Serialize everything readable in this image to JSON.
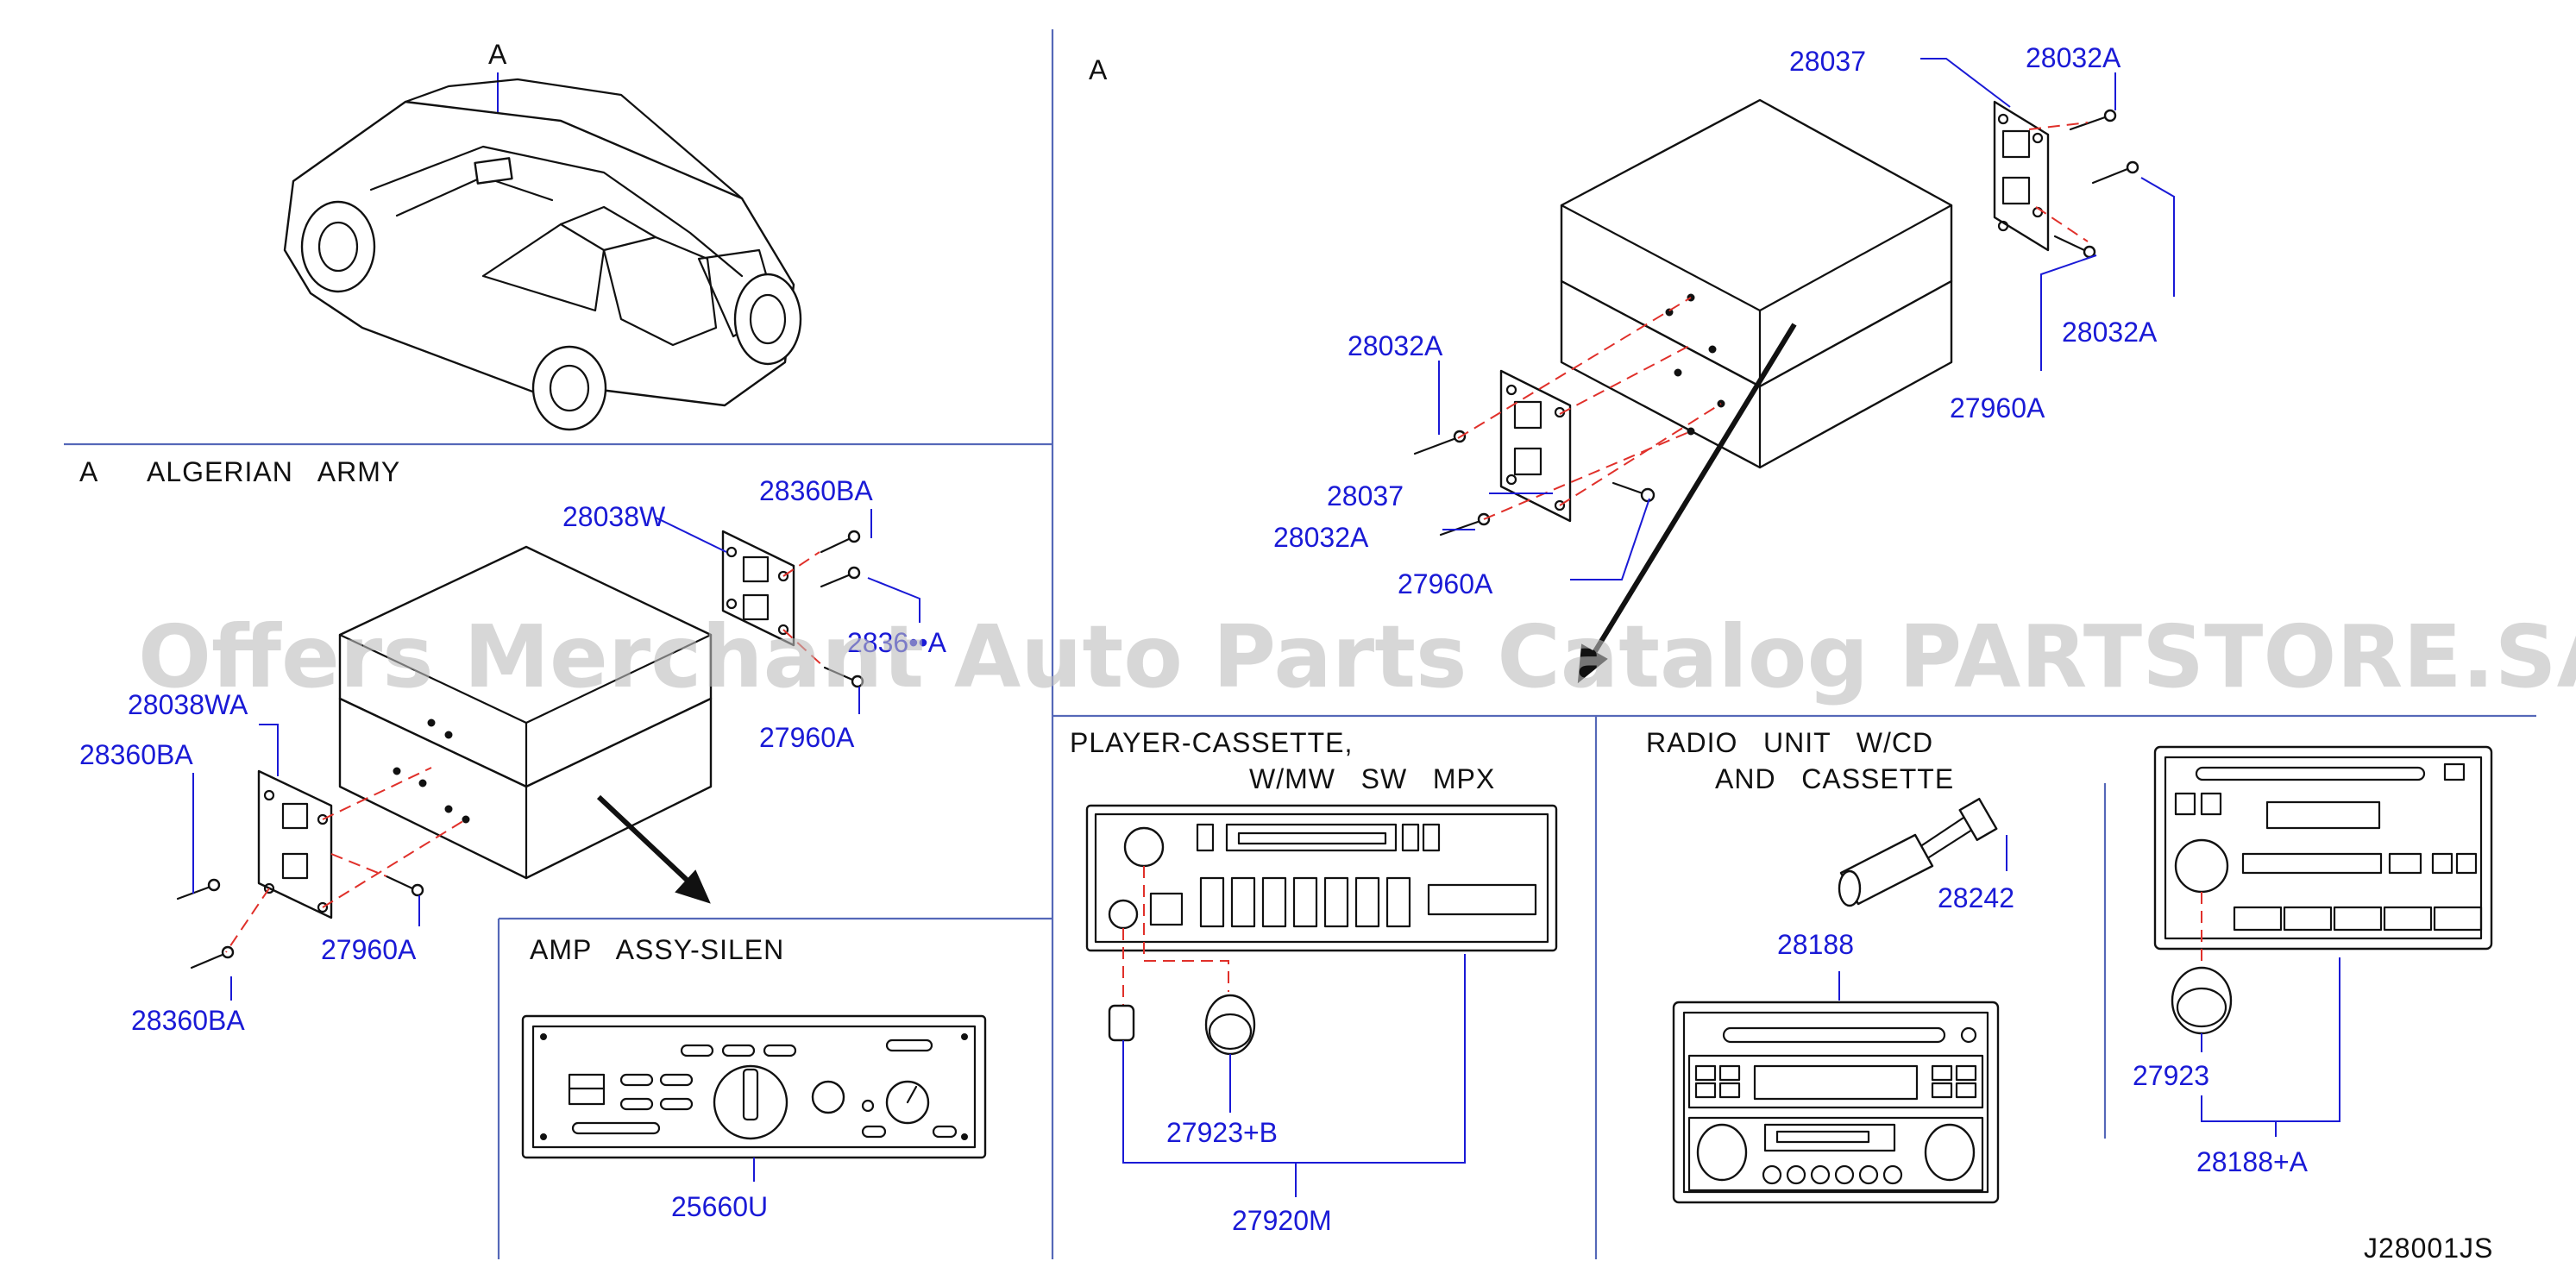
{
  "watermark": "Offers Merchant Auto Parts Catalog PARTSTORE.SA",
  "diagram_code": "J28001JS",
  "view_marker": "A",
  "sections": {
    "algerian_army": {
      "marker": "A",
      "title": "ALGERIAN   ARMY"
    },
    "detail_a": {
      "marker": "A"
    },
    "amp": {
      "title": "AMP   ASSY-SILEN"
    },
    "cassette": {
      "title_line1": "PLAYER-CASSETTE,",
      "title_line2": "W/MW   SW   MPX"
    },
    "radio_cd": {
      "title_line1": "RADIO   UNIT   W/CD",
      "title_line2": "AND   CASSETTE"
    }
  },
  "labels": {
    "a_28037": "28037",
    "a_28032A_top": "28032A",
    "a_28032A_right": "28032A",
    "a_27960A_right": "27960A",
    "a_28032A_left": "28032A",
    "a_28037_mid": "28037",
    "a_28032A_bottom": "28032A",
    "a_27960A_bottom": "27960A",
    "al_28038W": "28038W",
    "al_28360BA_top": "28360BA",
    "al_2836xxA": "2836••A",
    "al_27960A_top": "27960A",
    "al_28038WA": "28038WA",
    "al_28360BA_left": "28360BA",
    "al_27960A_low": "27960A",
    "al_28360BA_bottom": "28360BA",
    "amp_25660U": "25660U",
    "cas_27923B": "27923+B",
    "cas_27920M": "27920M",
    "cd_28188": "28188",
    "cd_28242": "28242",
    "cd_27923": "27923",
    "cd_28188A": "28188+A"
  }
}
